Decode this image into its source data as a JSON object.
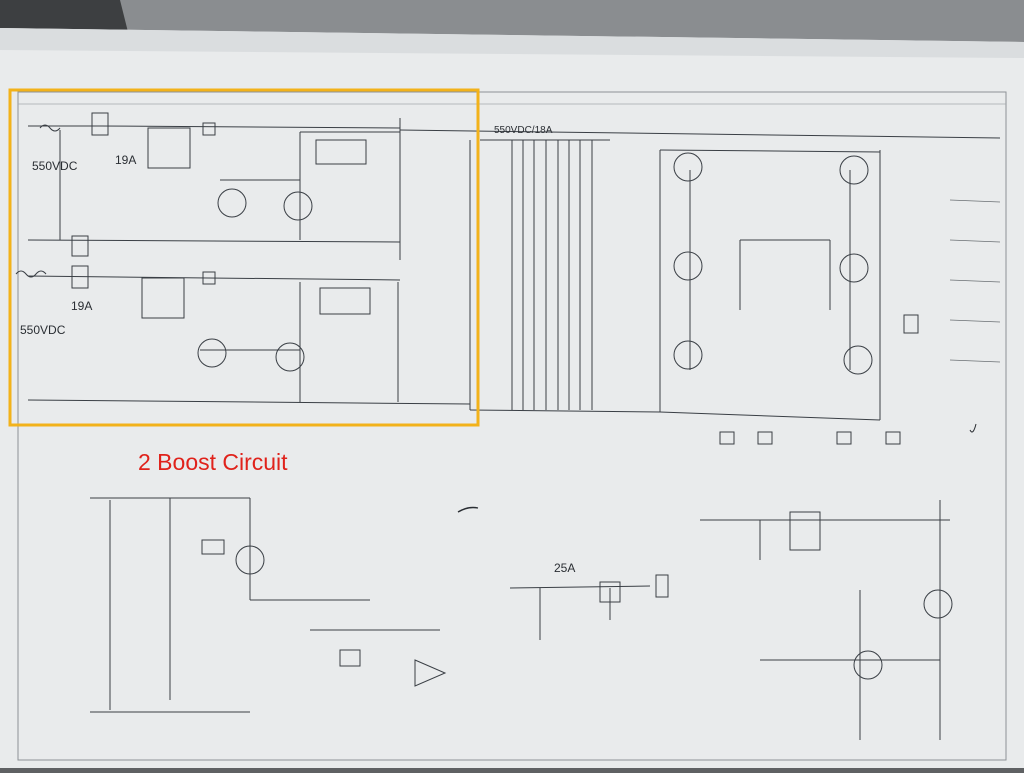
{
  "photo": {
    "paper_color": "#e9ebec",
    "background_color": "#5f6163",
    "ink_color": "#3a3f45",
    "highlight_box_color": "#f2b21a",
    "annotation_color": "#e0221b"
  },
  "schematic": {
    "voltage_top": "550VDC",
    "current_top": "19A",
    "voltage_bottom": "550VDC",
    "current_bottom": "19A",
    "bus_label": "550VDC/18A",
    "current_sensor": "25A"
  },
  "annotation": {
    "text": "2 Boost Circuit"
  }
}
